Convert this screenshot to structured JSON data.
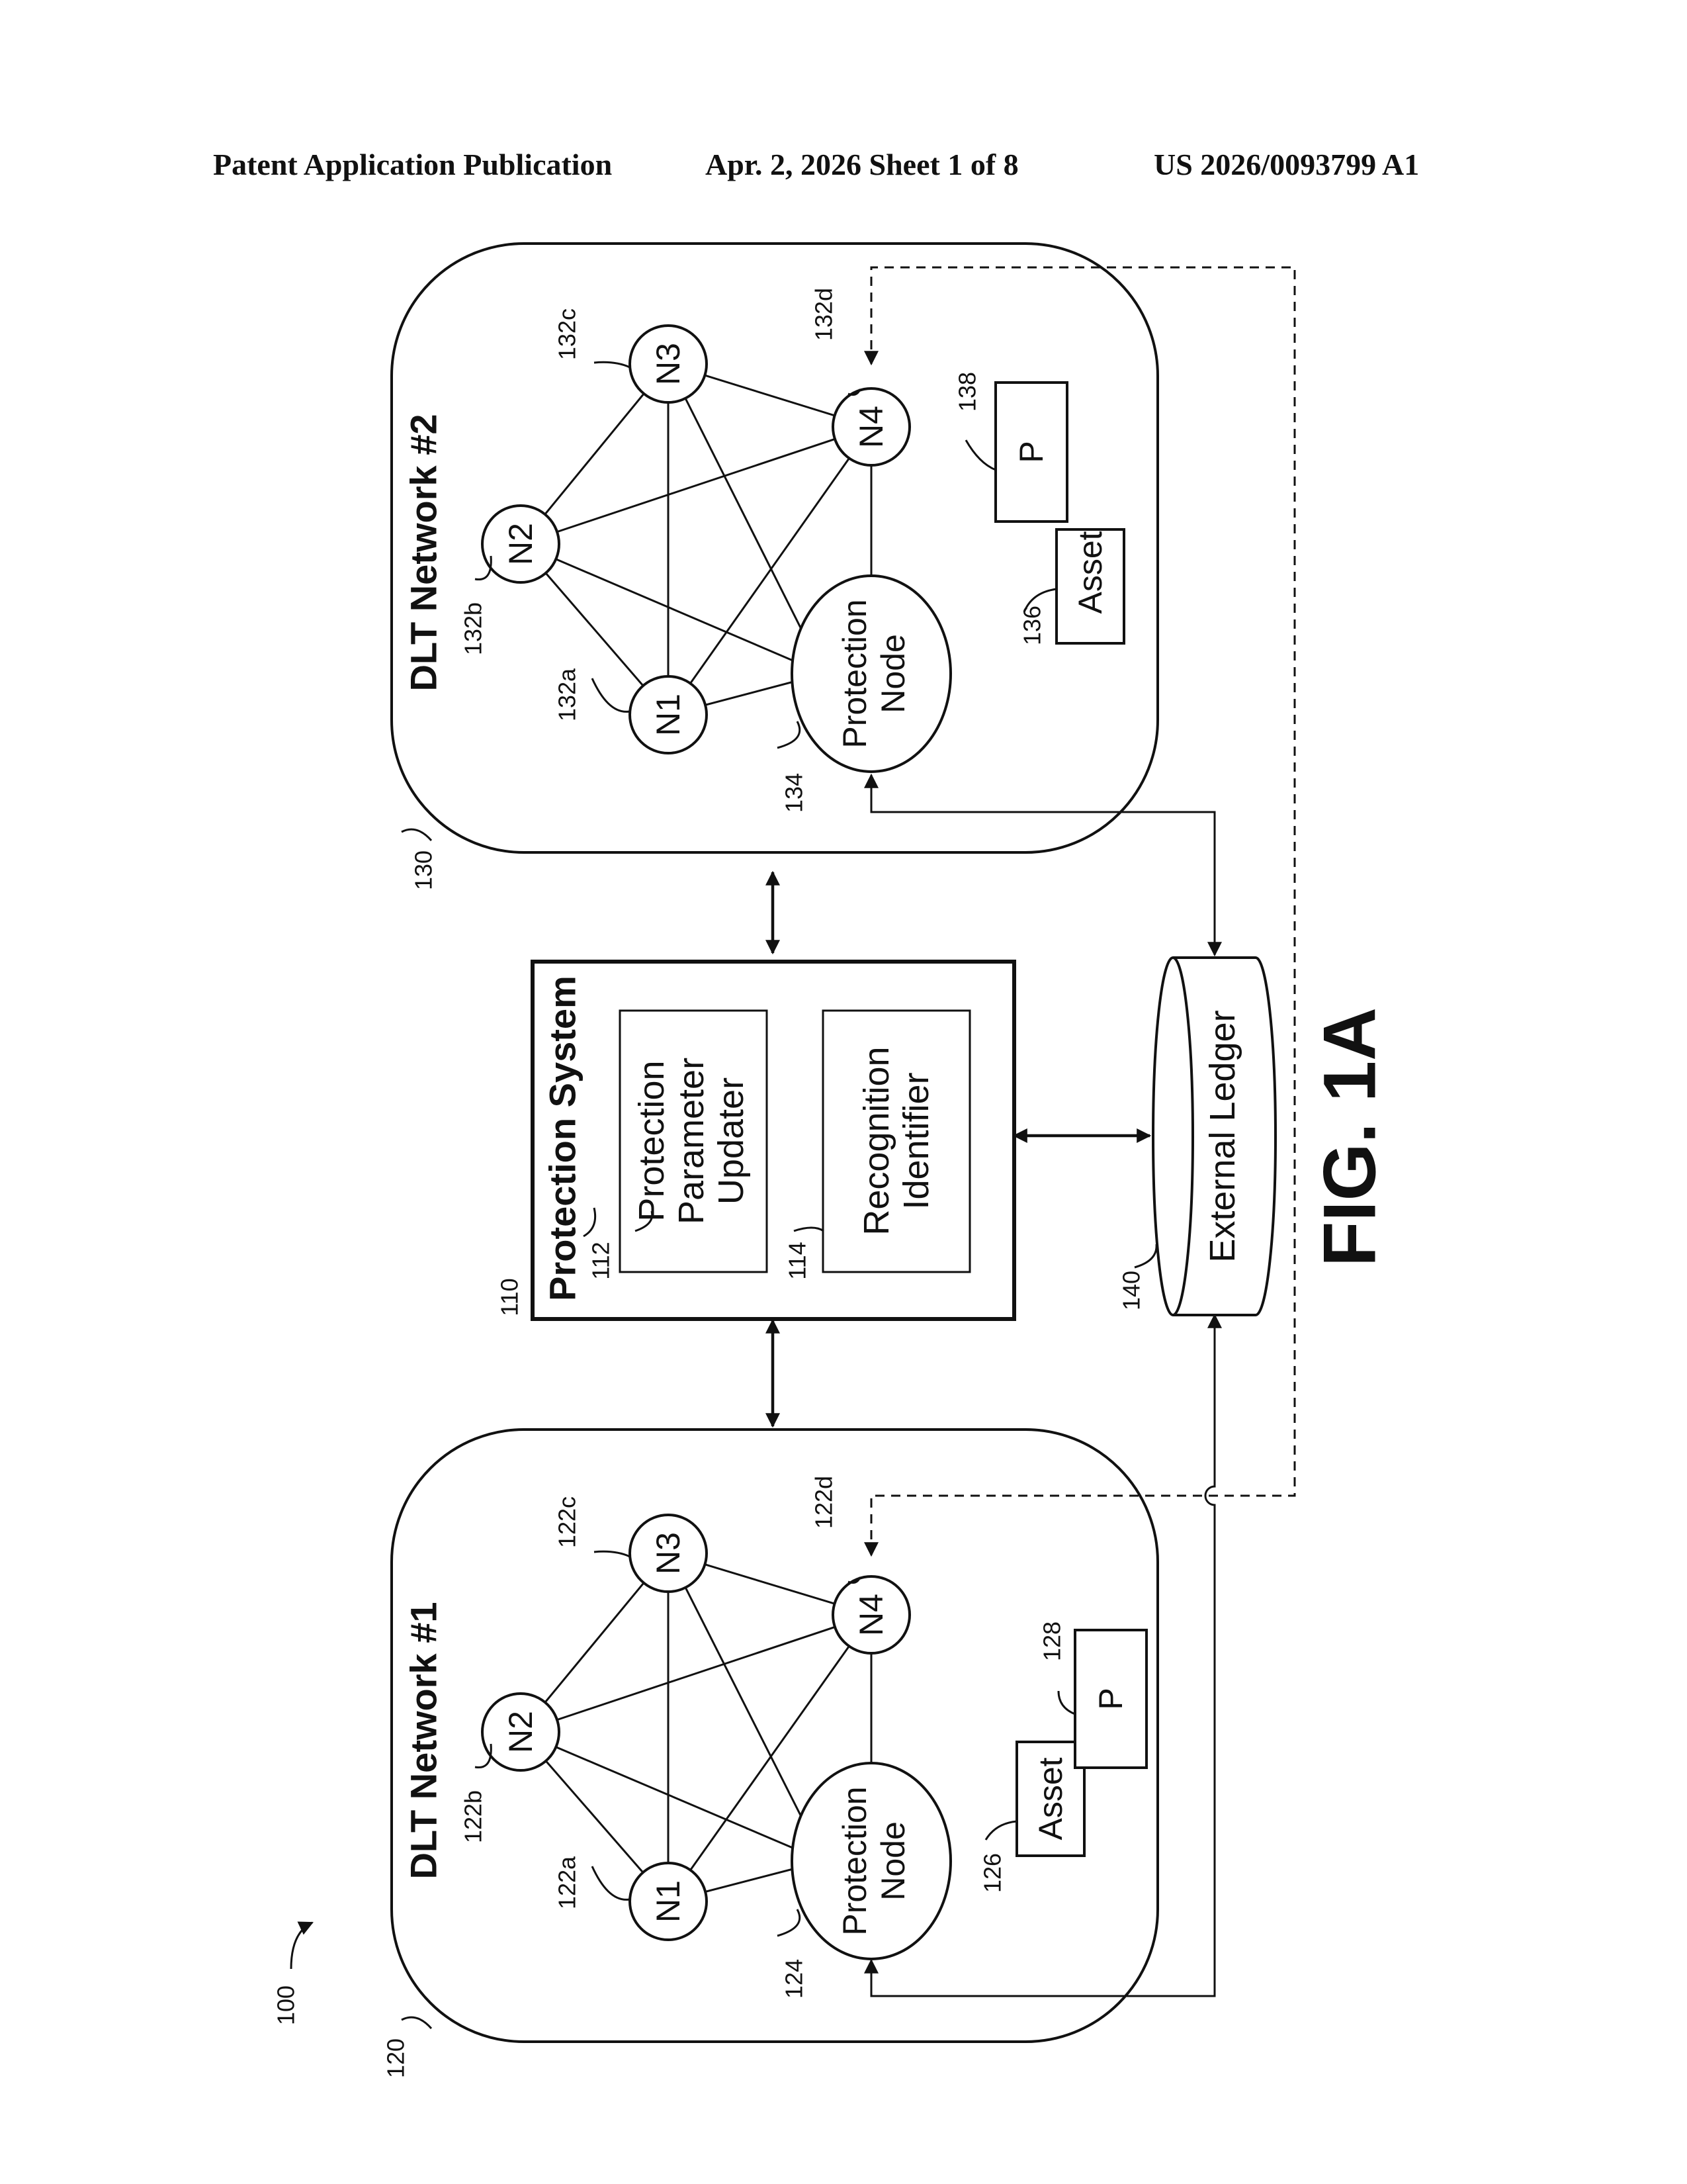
{
  "header": {
    "left": "Patent Application Publication",
    "center": "Apr. 2, 2026   Sheet 1 of 8",
    "right": "US 2026/0093799 A1"
  },
  "figure_label": "FIG. 1A",
  "system_ref": "100",
  "protection_system": {
    "ref": "110",
    "title": "Protection System",
    "updater": {
      "ref": "112",
      "lines": [
        "Protection",
        "Parameter",
        "Updater"
      ]
    },
    "identifier": {
      "ref": "114",
      "lines": [
        "Recognition",
        "Identifier"
      ]
    }
  },
  "external_ledger": {
    "ref": "140",
    "label": "External Ledger"
  },
  "network1": {
    "ref": "120",
    "title": "DLT Network #1",
    "nodes": [
      {
        "label": "N1",
        "ref": "122a"
      },
      {
        "label": "N2",
        "ref": "122b"
      },
      {
        "label": "N3",
        "ref": "122c"
      },
      {
        "label": "N4",
        "ref": "122d"
      }
    ],
    "protection_node": {
      "ref": "124",
      "lines": [
        "Protection",
        "Node"
      ]
    },
    "asset": {
      "ref": "126",
      "label": "Asset"
    },
    "p_box": {
      "ref": "128",
      "label": "P"
    }
  },
  "network2": {
    "ref": "130",
    "title": "DLT Network #2",
    "nodes": [
      {
        "label": "N1",
        "ref": "132a"
      },
      {
        "label": "N2",
        "ref": "132b"
      },
      {
        "label": "N3",
        "ref": "132c"
      },
      {
        "label": "N4",
        "ref": "132d"
      }
    ],
    "protection_node": {
      "ref": "134",
      "lines": [
        "Protection",
        "Node"
      ]
    },
    "asset": {
      "ref": "136",
      "label": "Asset"
    },
    "p_box": {
      "ref": "138",
      "label": "P"
    }
  },
  "colors": {
    "ink": "#111111",
    "background": "#ffffff"
  }
}
